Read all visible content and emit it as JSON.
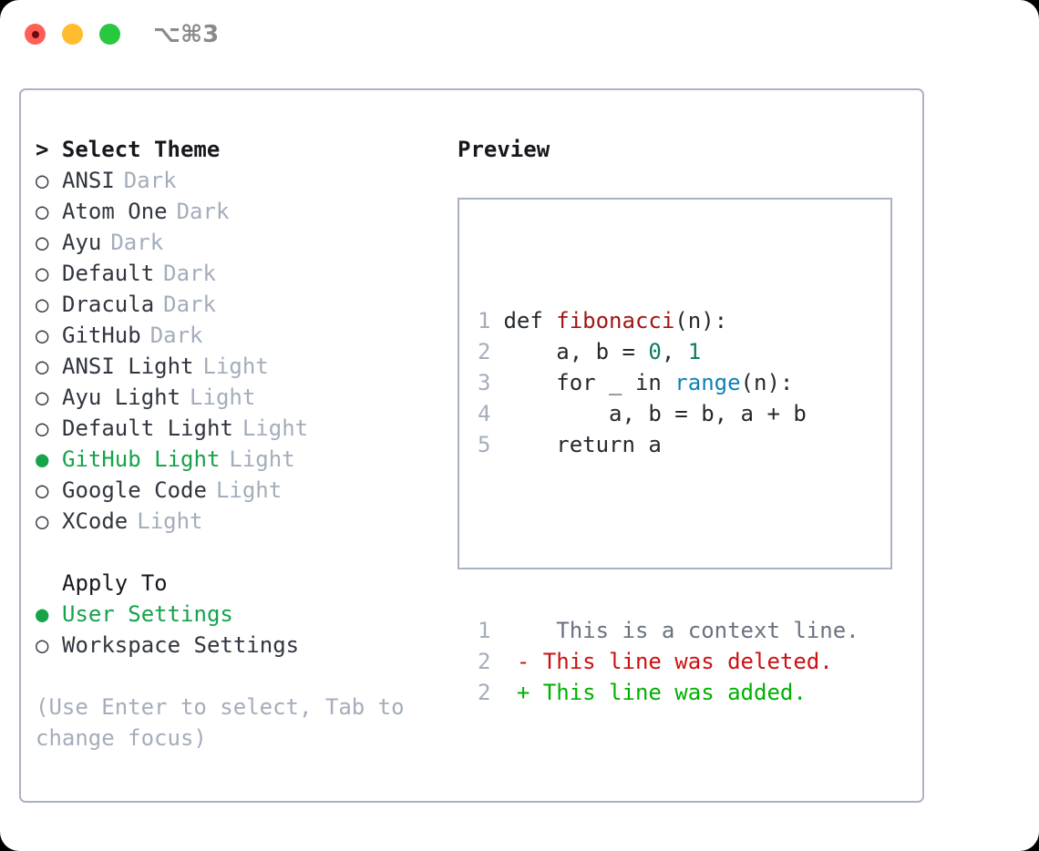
{
  "window": {
    "shortcut": "⌥⌘3",
    "traffic_lights": [
      {
        "name": "close",
        "color": "#ff5f57"
      },
      {
        "name": "minimize",
        "color": "#febc2e"
      },
      {
        "name": "maximize",
        "color": "#28c840"
      }
    ]
  },
  "theme_list": {
    "title": "> Select Theme",
    "items": [
      {
        "bullet": "○",
        "label": "ANSI",
        "tag": "Dark",
        "selected": false
      },
      {
        "bullet": "○",
        "label": "Atom One",
        "tag": "Dark",
        "selected": false
      },
      {
        "bullet": "○",
        "label": "Ayu",
        "tag": "Dark",
        "selected": false
      },
      {
        "bullet": "○",
        "label": "Default",
        "tag": "Dark",
        "selected": false
      },
      {
        "bullet": "○",
        "label": "Dracula",
        "tag": "Dark",
        "selected": false
      },
      {
        "bullet": "○",
        "label": "GitHub",
        "tag": "Dark",
        "selected": false
      },
      {
        "bullet": "○",
        "label": "ANSI Light",
        "tag": "Light",
        "selected": false
      },
      {
        "bullet": "○",
        "label": "Ayu Light",
        "tag": "Light",
        "selected": false
      },
      {
        "bullet": "○",
        "label": "Default Light",
        "tag": "Light",
        "selected": false
      },
      {
        "bullet": "●",
        "label": "GitHub Light",
        "tag": "Light",
        "selected": true
      },
      {
        "bullet": "○",
        "label": "Google Code",
        "tag": "Light",
        "selected": false
      },
      {
        "bullet": "○",
        "label": "XCode",
        "tag": "Light",
        "selected": false
      }
    ]
  },
  "apply_to": {
    "title": "Apply To",
    "items": [
      {
        "bullet": "●",
        "label": "User Settings",
        "selected": true
      },
      {
        "bullet": "○",
        "label": "Workspace Settings",
        "selected": false
      }
    ]
  },
  "hint": "(Use Enter to select, Tab to change focus)",
  "preview": {
    "title": "Preview",
    "code_lines": [
      {
        "no": "1",
        "tokens": [
          {
            "t": "def ",
            "c": "tok-plain"
          },
          {
            "t": "fibonacci",
            "c": "tok-fn"
          },
          {
            "t": "(n):",
            "c": "tok-plain"
          }
        ]
      },
      {
        "no": "2",
        "tokens": [
          {
            "t": "    a, b = ",
            "c": "tok-plain"
          },
          {
            "t": "0",
            "c": "tok-num"
          },
          {
            "t": ", ",
            "c": "tok-plain"
          },
          {
            "t": "1",
            "c": "tok-num"
          }
        ]
      },
      {
        "no": "3",
        "tokens": [
          {
            "t": "    for _ in ",
            "c": "tok-plain"
          },
          {
            "t": "range",
            "c": "tok-call"
          },
          {
            "t": "(n):",
            "c": "tok-plain"
          }
        ]
      },
      {
        "no": "4",
        "tokens": [
          {
            "t": "        a, b = b, a + b",
            "c": "tok-plain"
          }
        ]
      },
      {
        "no": "5",
        "tokens": [
          {
            "t": "    return a",
            "c": "tok-plain"
          }
        ]
      }
    ],
    "diff_lines": [
      {
        "no": "1",
        "marker": " ",
        "text": "  This is a context line.",
        "kind": "diff-ctx"
      },
      {
        "no": "2",
        "marker": "-",
        "text": " This line was deleted.",
        "kind": "diff-del"
      },
      {
        "no": "2",
        "marker": "+",
        "text": " This line was added.",
        "kind": "diff-add"
      }
    ]
  },
  "colors": {
    "accent_green": "#16a34a",
    "tag_gray": "#a4adbb",
    "border": "#aab3c2",
    "fn_red": "#a31515",
    "num_teal": "#0e7c66",
    "call_blue": "#1080b4",
    "diff_add": "#00b000",
    "diff_del": "#cc1111"
  }
}
